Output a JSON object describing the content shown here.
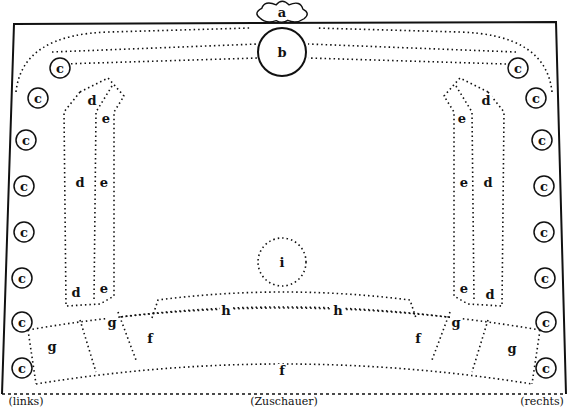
{
  "diagram": {
    "nodes": [
      {
        "text": [
          "a"
        ]
      },
      {
        "text": [
          "b"
        ]
      },
      {
        "text": [
          "c"
        ]
      },
      {
        "text": [
          "c"
        ]
      },
      {
        "text": [
          "c"
        ]
      },
      {
        "text": [
          "c"
        ]
      },
      {
        "text": [
          "c"
        ]
      },
      {
        "text": [
          "c"
        ]
      },
      {
        "text": [
          "c"
        ]
      },
      {
        "text": [
          "c"
        ]
      },
      {
        "text": [
          "c"
        ]
      },
      {
        "text": [
          "c"
        ]
      },
      {
        "text": [
          "c"
        ]
      },
      {
        "text": [
          "c"
        ]
      },
      {
        "text": [
          "c"
        ]
      },
      {
        "text": [
          "c"
        ]
      },
      {
        "text": [
          "c"
        ]
      },
      {
        "text": [
          "c"
        ]
      },
      {
        "text": [
          "i"
        ]
      }
    ],
    "labels": [
      "d",
      "d",
      "e",
      "e",
      "d",
      "e",
      "e",
      "d",
      "d",
      "e",
      "e",
      "d",
      "h",
      "h",
      "g",
      "g",
      "f",
      "f",
      "g",
      "g",
      "f",
      "(links)",
      "(Zuschauer)",
      "(rechts)"
    ]
  }
}
